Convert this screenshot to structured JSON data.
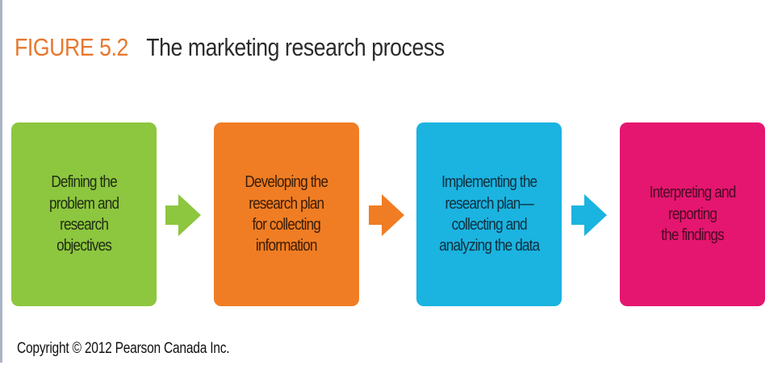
{
  "header": {
    "figure_label": "FIGURE 5.2",
    "caption": "The marketing research process"
  },
  "steps": [
    {
      "text": "Defining the\nproblem and\nresearch\nobjectives",
      "color": "#8dc63f",
      "text_color": "#1f2d12"
    },
    {
      "text": "Developing the\nresearch plan\nfor collecting\ninformation",
      "color": "#f07d23",
      "text_color": "#3a1d08"
    },
    {
      "text": "Implementing the\nresearch plan—\ncollecting and\nanalyzing the data",
      "color": "#1bb3e0",
      "text_color": "#0f2f3d"
    },
    {
      "text": "Interpreting and\nreporting\nthe findings",
      "color": "#e5166f",
      "text_color": "#4a0a25"
    }
  ],
  "arrows": [
    {
      "color": "#8dc63f"
    },
    {
      "color": "#f07d23"
    },
    {
      "color": "#1bb3e0"
    }
  ],
  "footer": {
    "copyright": "Copyright © 2012 Pearson Canada Inc."
  }
}
